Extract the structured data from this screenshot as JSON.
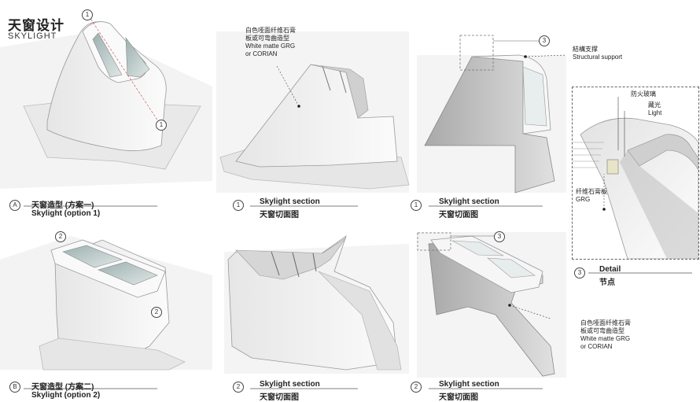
{
  "header": {
    "title": "天窗设计",
    "subtitle": "SKYLIGHT"
  },
  "captions": [
    {
      "marker": "A",
      "cn": "天窗造型 (方案一)",
      "en": "Skylight (option 1)"
    },
    {
      "marker": "1",
      "en": "Skylight section",
      "cn": "天窗切面图"
    },
    {
      "marker": "1",
      "en": "Skylight section",
      "cn": "天窗切面图"
    },
    {
      "marker": "3",
      "en": "Detail",
      "cn": "节点"
    },
    {
      "marker": "B",
      "cn": "天窗造型 (方案二)",
      "en": "Skylight (option 2)"
    },
    {
      "marker": "2",
      "en": "Skylight section",
      "cn": "天窗切面图"
    },
    {
      "marker": "2",
      "en": "Skylight section",
      "cn": "天窗切面图"
    }
  ],
  "notes": {
    "material_top": [
      "白色哑面纤维石膏",
      "板或可弯曲造型",
      "White matte GRG",
      "or CORIAN"
    ],
    "structural": [
      "結構支撑",
      "Structural support"
    ],
    "material_bottom": [
      "白色哑面纤维石膏",
      "板或可弯曲造型",
      "White matte GRG",
      "or CORIAN"
    ],
    "detail_fire_glass": "防火玻璃",
    "detail_light_cn": "藏光",
    "detail_light_en": "Light",
    "detail_grg": [
      "纤维石膏板",
      "GRG"
    ]
  },
  "markers": {
    "m1": "1",
    "m2": "2",
    "m3": "3"
  }
}
